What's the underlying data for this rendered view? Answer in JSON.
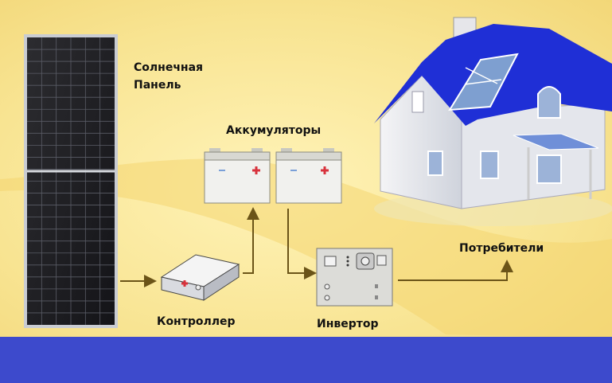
{
  "labels": {
    "solar_panel_line1": "Солнечная",
    "solar_panel_line2": "Панель",
    "batteries": "Аккумуляторы",
    "controller": "Контроллер",
    "inverter": "Инвертор",
    "consumers": "Потребители"
  },
  "colors": {
    "background": "#f6df86",
    "bottom_band": "#3d4acc",
    "roof": "#1f2fd6",
    "arrow": "#6b5418"
  }
}
